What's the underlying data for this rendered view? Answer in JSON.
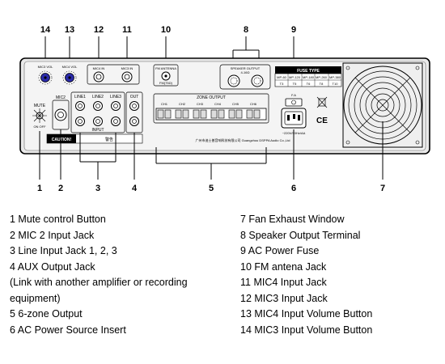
{
  "panel": {
    "callout_numbers": [
      "1",
      "2",
      "3",
      "4",
      "5",
      "6",
      "7",
      "8",
      "9",
      "10",
      "11",
      "12",
      "13",
      "14"
    ],
    "labels": {
      "mic3_vol": "MIC3 VOL",
      "mic4_vol": "MIC4 VOL",
      "mic4_in": "MIC4 IN",
      "mic3_in": "MIC3 IN",
      "fm_antenna": "FM ANTENNA",
      "fm_ohm": "FM(75Ω)",
      "speaker_output": "SPEAKER OUTPUT",
      "speaker_sub": "4-16Ω",
      "fuse_type": "FUSE TYPE",
      "fuse_cols": [
        "MP-60",
        "MP-120",
        "MP-180",
        "MP-260",
        "MP-380"
      ],
      "fuse_vals": [
        "T3",
        "T5",
        "T6",
        "T8",
        "T10"
      ],
      "mute": "MUTE",
      "mic_on_off": "ON  OFF",
      "mic2": "MIC2",
      "line1": "LINE1",
      "line2": "LINE2",
      "line3": "LINE3",
      "out": "OUT",
      "input": "INPUT",
      "zone_output": "ZONE OUTPUT",
      "zones": [
        "CH1",
        "CH2",
        "CH3",
        "CH4",
        "CH5",
        "CH6"
      ],
      "caution": "CAUTION!",
      "warning_cn": "警告",
      "fuse_label": "F.A",
      "power_label": "~220V/50Hz/AA",
      "ce": "CE",
      "maker": "广州市迪士普音响科技有限公司 Guangzhou DSPPA Audio Co.,Ltd"
    }
  },
  "legend": {
    "left": [
      "1 Mute control Button",
      "2 MIC 2 Input Jack",
      "3 Line Input Jack 1, 2, 3",
      "4 AUX Output Jack",
      "(Link with another amplifier or recording equipment)",
      "5 6-zone Output",
      "6 AC Power Source Insert"
    ],
    "right": [
      "7 Fan Exhaust Window",
      "8 Speaker Output Terminal",
      "9 AC Power Fuse",
      "10 FM antena Jack",
      "11 MIC4 Input Jack",
      "12 MIC3 Input Jack",
      "13 MIC4 Input Volume Button",
      "14 MIC3 Input Volume Button"
    ]
  }
}
